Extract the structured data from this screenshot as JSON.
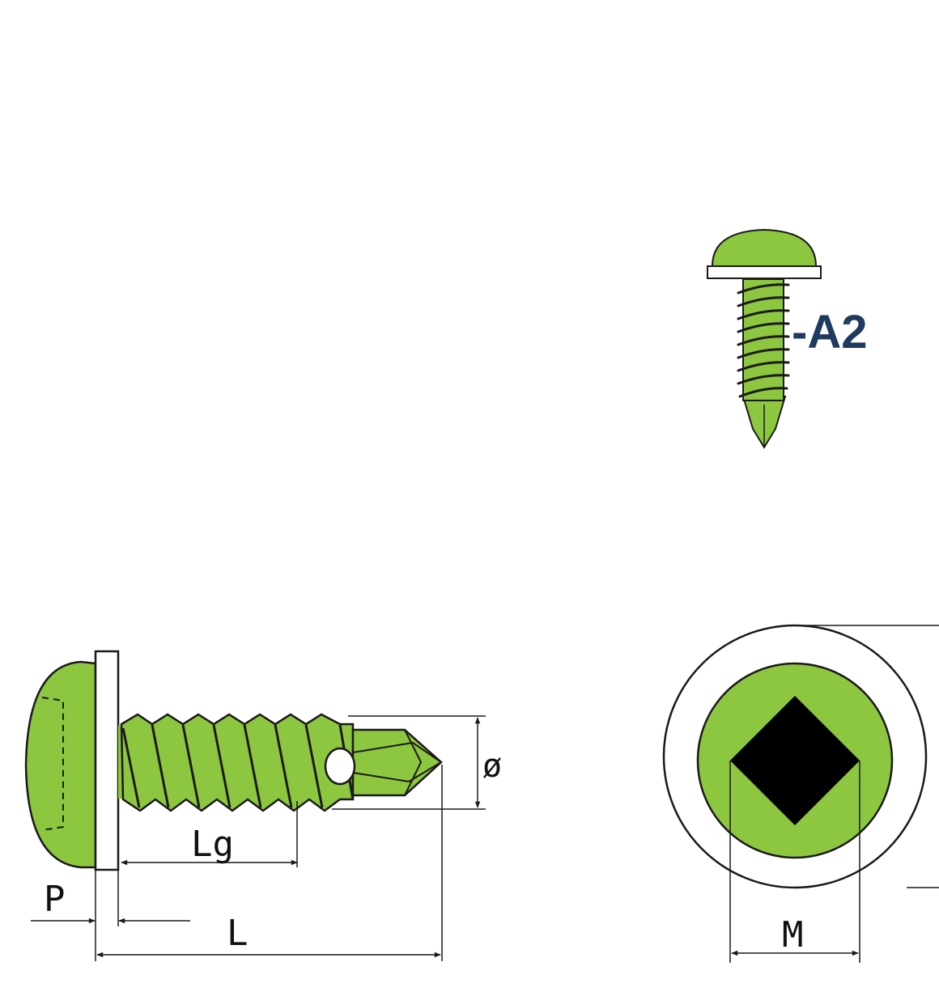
{
  "colors": {
    "green": "#8dc63f",
    "outline": "#1a1a1a",
    "recess": "#000000",
    "variant_text": "#1f3a5f"
  },
  "product_thumbnail": {
    "variant_code": "-A2"
  },
  "side_view": {
    "labels": {
      "diameter": "ø",
      "thread_length": "Lg",
      "washer_thickness": "P",
      "total_length": "L"
    }
  },
  "top_view": {
    "recess_type": "square-drive",
    "labels": {
      "drive_size": "M"
    }
  }
}
